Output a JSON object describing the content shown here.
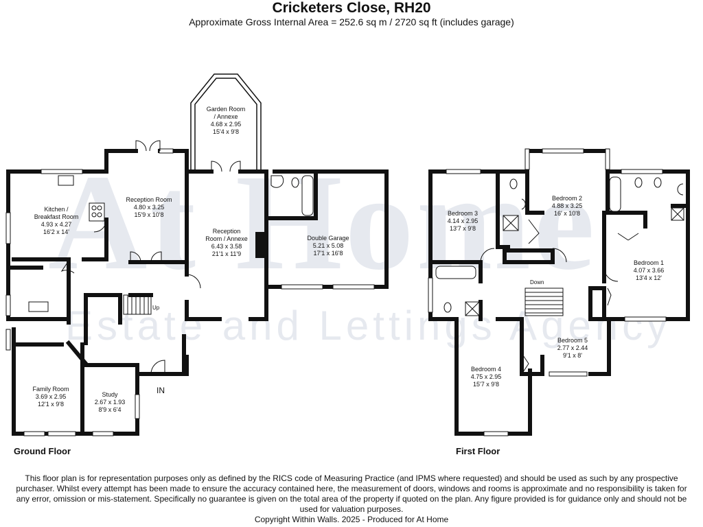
{
  "title": "Cricketers Close, RH20",
  "subtitle": "Approximate Gross Internal Area = 252.6 sq m / 2720 sq ft (includes garage)",
  "watermark": {
    "brand": "At Home",
    "tagline": "Estate and Lettings Agency"
  },
  "floors": {
    "ground": {
      "label": "Ground Floor",
      "entrance": "IN",
      "stairs": "Up",
      "rooms": {
        "kitchen": {
          "name": "Kitchen /\nBreakfast Room",
          "metric": "4.93 x 4.27",
          "imperial": "16'2 x 14'"
        },
        "reception1": {
          "name": "Reception Room",
          "metric": "4.80 x 3.25",
          "imperial": "15'9 x 10'8"
        },
        "garden_room": {
          "name": "Garden Room\n/ Annexe",
          "metric": "4.68 x 2.95",
          "imperial": "15'4 x 9'8"
        },
        "reception2": {
          "name": "Reception\nRoom / Annexe",
          "metric": "6.43 x 3.58",
          "imperial": "21'1 x 11'9"
        },
        "garage": {
          "name": "Double Garage",
          "metric": "5.21 x 5.08",
          "imperial": "17'1 x 16'8"
        },
        "family_room": {
          "name": "Family Room",
          "metric": "3.69 x 2.95",
          "imperial": "12'1 x 9'8"
        },
        "study": {
          "name": "Study",
          "metric": "2.67 x 1.93",
          "imperial": "8'9 x 6'4"
        }
      }
    },
    "first": {
      "label": "First Floor",
      "stairs": "Down",
      "rooms": {
        "bedroom3": {
          "name": "Bedroom 3",
          "metric": "4.14 x 2.95",
          "imperial": "13'7 x 9'8"
        },
        "bedroom2": {
          "name": "Bedroom 2",
          "metric": "4.88 x 3.25",
          "imperial": "16' x 10'8"
        },
        "bedroom1": {
          "name": "Bedroom 1",
          "metric": "4.07 x 3.66",
          "imperial": "13'4 x 12'"
        },
        "bedroom5": {
          "name": "Bedroom 5",
          "metric": "2.77 x 2.44",
          "imperial": "9'1 x 8'"
        },
        "bedroom4": {
          "name": "Bedroom 4",
          "metric": "4.75 x 2.95",
          "imperial": "15'7 x 9'8"
        }
      }
    }
  },
  "disclaimer": "This floor plan is for representation purposes only as defined by the RICS code of Measuring Practice (and IPMS where requested) and should be used as such by any prospective purchaser. Whilst every attempt has been made to ensure the accuracy contained here, the measurement of doors, windows and rooms is approximate and no responsibility is taken for any error, omission or mis-statement. Specifically no guarantee is given on the total area of the property if quoted on the plan. Any figure provided is for guidance only and should not be used for valuation purposes.",
  "copyright": "Copyright Within Walls. 2025 - Produced for At Home",
  "colors": {
    "wall": "#111111",
    "watermark": "#e6e9ef",
    "text": "#111111"
  }
}
